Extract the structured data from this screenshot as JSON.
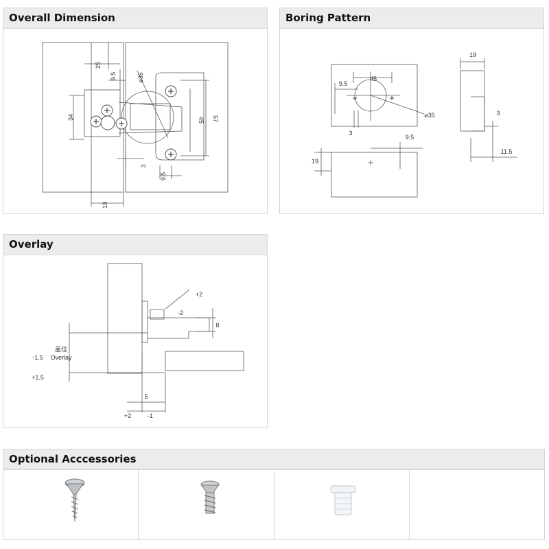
{
  "panels": {
    "overall_dimension": {
      "title": "Overall Dimension",
      "dims": {
        "d25": "25",
        "d9_5_top": "9.5",
        "d35": "⌀35",
        "d34": "34",
        "d45": "45",
        "d57": "57",
        "d3": "3",
        "d9_5_bot": "9.5",
        "d19": "19"
      }
    },
    "boring_pattern": {
      "title": "Boring Pattern",
      "dims": {
        "d9_5_a": "9.5",
        "d45": "45",
        "d35": "⌀35",
        "d3_a": "3",
        "d9_5_b": "9.5",
        "d19_left": "19",
        "d19_top": "19",
        "d3_b": "3",
        "d11_5": "11.5"
      }
    },
    "overlay": {
      "title": "Overlay",
      "dims": {
        "p2_top": "+2",
        "m2_top": "-2",
        "d8": "8",
        "cn_label": "盖位",
        "en_label": "Overlay",
        "m1_5": "-1.5",
        "p1_5": "+1.5",
        "d5": "5",
        "p2_bot": "+2",
        "m1_bot": "-1"
      }
    },
    "accessories": {
      "title": "Optional Acccessories",
      "items": [
        {
          "icon": "countersunk-screw-icon"
        },
        {
          "icon": "euro-screw-icon"
        },
        {
          "icon": "plastic-dowel-icon"
        },
        {
          "icon": "empty"
        }
      ]
    }
  }
}
